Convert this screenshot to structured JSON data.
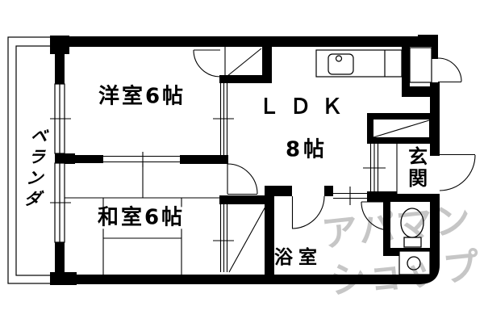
{
  "title": "apartment-floor-plan",
  "floor_plan": {
    "veranda": {
      "label": "ベランダ"
    },
    "western_room": {
      "label": "洋室6帖"
    },
    "japanese_room": {
      "label": "和室6帖"
    },
    "ldk": {
      "label": "ＬＤＫ",
      "size": "8帖"
    },
    "genkan": {
      "label": "玄関"
    },
    "bathroom": {
      "label": "浴室"
    }
  },
  "watermark": {
    "line1": "アパマン",
    "line2": "ショップ"
  },
  "colors": {
    "wall": "#000000",
    "floor": "#ffffff",
    "watermark": "#c6c6c6"
  }
}
